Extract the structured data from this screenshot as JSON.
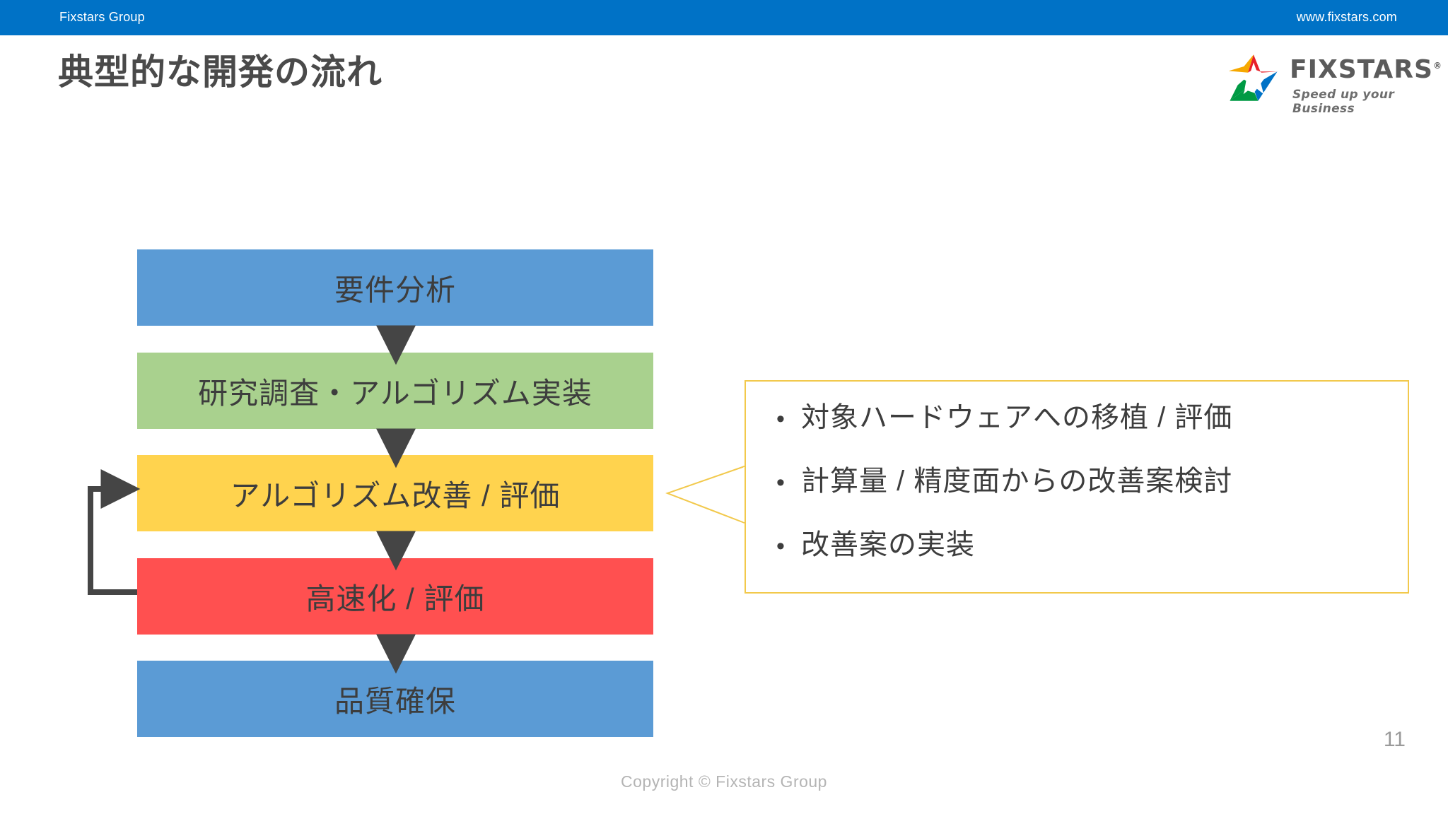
{
  "header": {
    "left_label": "Fixstars Group",
    "url": "www.fixstars.com",
    "bar_color": "#0072C6"
  },
  "title": "典型的な開発の流れ",
  "logo": {
    "wordmark": "FIXSTARS",
    "trademark": "®",
    "tagline": "Speed up your Business",
    "star_colors": {
      "red": "#E8202A",
      "yellow": "#F6A800",
      "green": "#009A44",
      "blue": "#0072C6"
    }
  },
  "flow": {
    "steps": [
      {
        "label": "要件分析",
        "color": "#5B9BD5"
      },
      {
        "label": "研究調査・アルゴリズム実装",
        "color": "#A9D18E"
      },
      {
        "label": "アルゴリズム改善 / 評価",
        "color": "#FFD34E"
      },
      {
        "label": "高速化 / 評価",
        "color": "#FF5050"
      },
      {
        "label": "品質確保",
        "color": "#5B9BD5"
      }
    ],
    "arrow_color": "#454545",
    "feedback_loop": "高速化 / 評価 → アルゴリズム改善 / 評価"
  },
  "callout": {
    "border_color": "#F2C94C",
    "bullet_glyph": "•",
    "items": [
      "対象ハードウェアへの移植 / 評価",
      "計算量 / 精度面からの改善案検討",
      "改善案の実装"
    ]
  },
  "footer": {
    "page_number": "11",
    "copyright": "Copyright © Fixstars Group"
  }
}
